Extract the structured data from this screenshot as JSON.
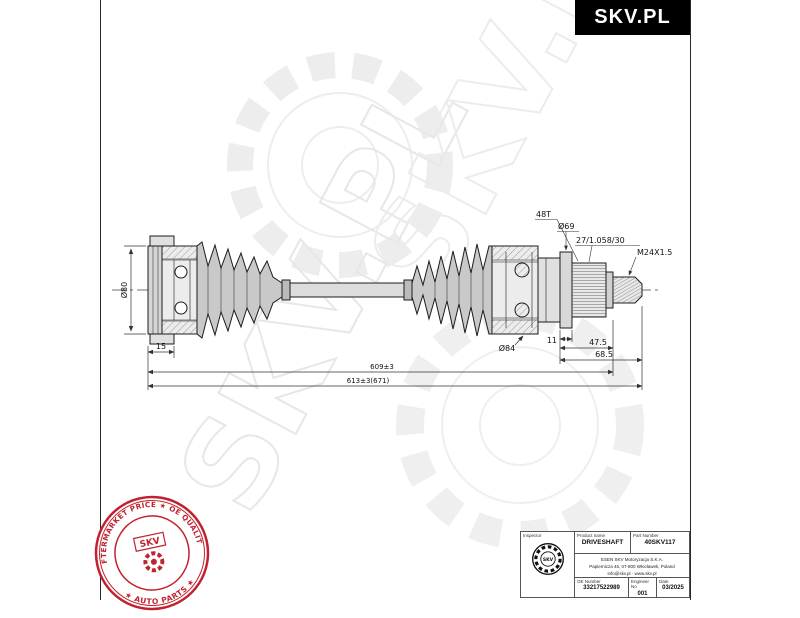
{
  "brand": {
    "logo_text": "SKV.PL"
  },
  "watermark": {
    "text": "SKV.PL"
  },
  "drawing": {
    "dims": {
      "dia80": "Ø80",
      "len15": "15",
      "teeth": "48T",
      "dia69": "Ø69",
      "spline_spec": "27/1.058/30",
      "thread_spec": "M24X1.5",
      "dia84": "Ø84",
      "len11": "11",
      "len47_5": "47.5",
      "len68_5": "68.5",
      "len609": "609±3",
      "len613": "613±3(671)"
    }
  },
  "badge": {
    "arc_top": "AFTERMARKET PRICE ★ OE QUALITY",
    "arc_bottom": "★ AUTO PARTS ★",
    "center_label": "SKV"
  },
  "title_block": {
    "inspector_label": "Inspector",
    "stamp_text": "SKV",
    "product_label": "Product name",
    "product_value": "DRIVESHAFT",
    "part_label": "Part Number",
    "part_value": "40SKV117",
    "company_line1": "ESEN SKV Motoryzacja S.K.A.",
    "company_line2": "Papiernicza 45, 07-800 Włocławek, Poland",
    "company_line3": "info@skv.pl · www.skv.pl",
    "oe_label": "OE Number",
    "oe_value": "33217522989",
    "engineer_label": "Engineer No",
    "engineer_value": "001",
    "date_label": "Date",
    "date_value": "03/2025"
  }
}
